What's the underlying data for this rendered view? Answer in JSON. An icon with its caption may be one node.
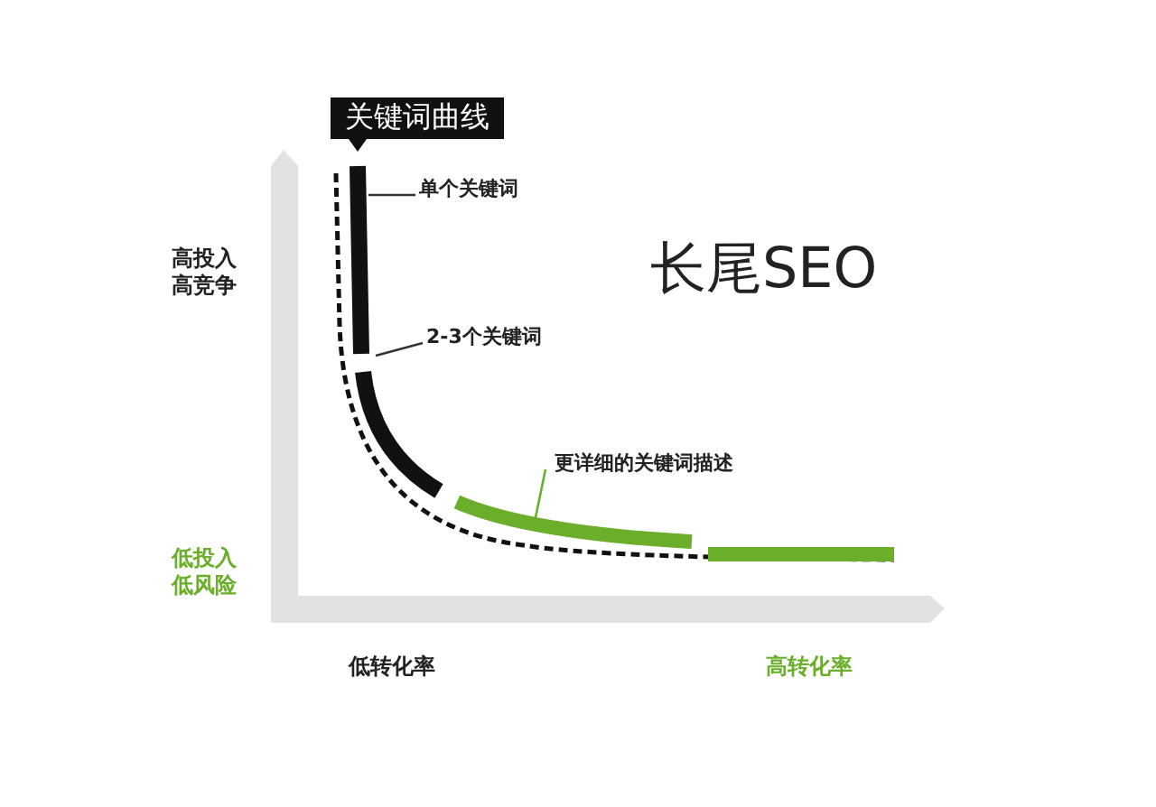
{
  "diagram": {
    "title": "长尾SEO",
    "nodes": [
      {
        "text": [
          "关键词曲线"
        ]
      },
      {
        "text": [
          "单个关键词"
        ]
      },
      {
        "text": [
          "2-3个关键词"
        ]
      },
      {
        "text": [
          "更详细的关键词描述"
        ]
      },
      {
        "text": [],
        "shape": "bar"
      },
      {
        "text": [],
        "shape": "bar"
      },
      {
        "text": [],
        "shape": "bar"
      },
      {
        "text": [],
        "shape": "bar"
      }
    ],
    "edges": [
      {
        "from": 1,
        "to": 4,
        "arrow": "none"
      },
      {
        "from": 2,
        "to": 5,
        "arrow": "none"
      },
      {
        "from": 3,
        "to": 6,
        "arrow": "none",
        "color": "#6aae2a"
      }
    ],
    "labels": [
      "高投入高竞争",
      "低投入低风险",
      "低转化率",
      "高转化率"
    ]
  }
}
